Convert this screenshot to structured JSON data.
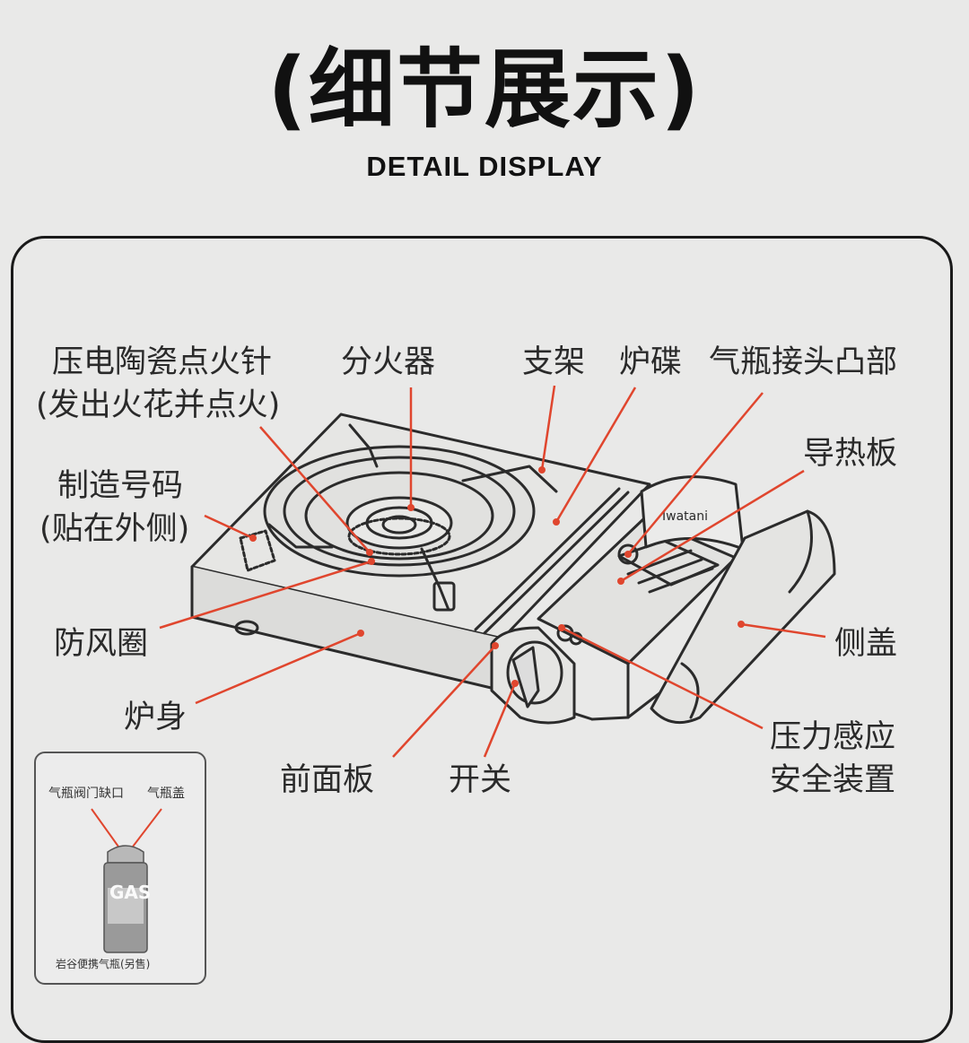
{
  "header": {
    "title_cn": "(细节展示)",
    "title_en": "DETAIL DISPLAY"
  },
  "labels": {
    "piezo_line1": "压电陶瓷点火针",
    "piezo_line2": "(发出火花并点火)",
    "burner": "分火器",
    "support": "支架",
    "stove_plate": "炉碟",
    "cylinder_joint": "气瓶接头凸部",
    "heat_plate": "导热板",
    "serial_line1": "制造号码",
    "serial_line2": "(贴在外侧)",
    "windshield": "防风圈",
    "body": "炉身",
    "side_cover": "侧盖",
    "front_panel": "前面板",
    "switch": "开关",
    "safety_line1": "压力感应",
    "safety_line2": "安全装置"
  },
  "product": {
    "brand_mark": "Iwatani"
  },
  "inset": {
    "valve_notch": "气瓶阀门缺口",
    "cylinder_cap": "气瓶盖",
    "can_text": "GAS",
    "caption": "岩谷便携气瓶(另售)"
  },
  "colors": {
    "leader": "#e0462e",
    "outline": "#2b2b2b",
    "background": "#e9e9e8"
  }
}
